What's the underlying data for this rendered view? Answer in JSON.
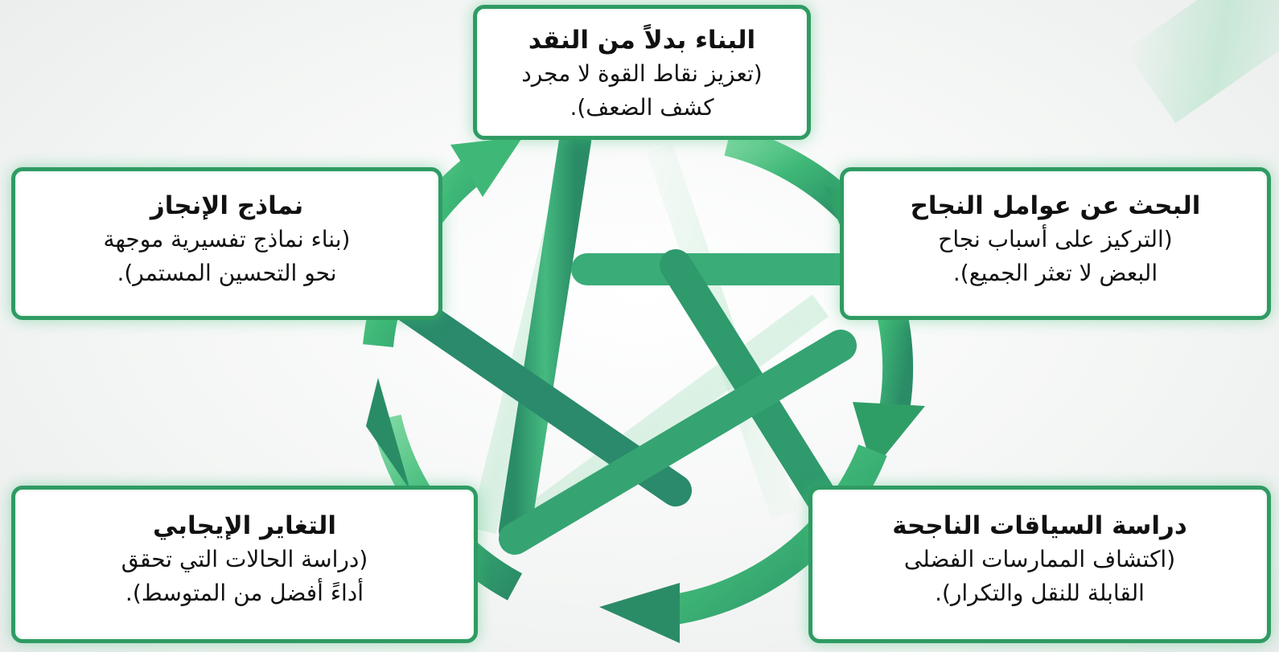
{
  "cards": {
    "top": {
      "title": "البناء بدلاً من النقد",
      "line1": "(تعزيز نقاط القوة لا مجرد",
      "line2": "كشف الضعف)."
    },
    "left": {
      "title": "نماذج الإنجاز",
      "line1": "(بناء نماذج تفسيرية موجهة",
      "line2": "نحو التحسين المستمر)."
    },
    "right": {
      "title": "البحث عن عوامل النجاح",
      "line1": "(التركيز على أسباب نجاح",
      "line2": "البعض لا تعثر الجميع)."
    },
    "bottom_left": {
      "title": "التغاير الإيجابي",
      "line1": "(دراسة الحالات التي تحقق",
      "line2": "أداءً أفضل من المتوسط)."
    },
    "bottom_right": {
      "title": "دراسة السياقات الناجحة",
      "line1": "(اكتشاف الممارسات الفضلى",
      "line2": "القابلة للنقل والتكرار)."
    }
  },
  "colors": {
    "dark_green": "#2a8c66",
    "mid_green": "#3fb877",
    "light_green": "#7fd9a2",
    "border_green": "#2f9b63"
  }
}
